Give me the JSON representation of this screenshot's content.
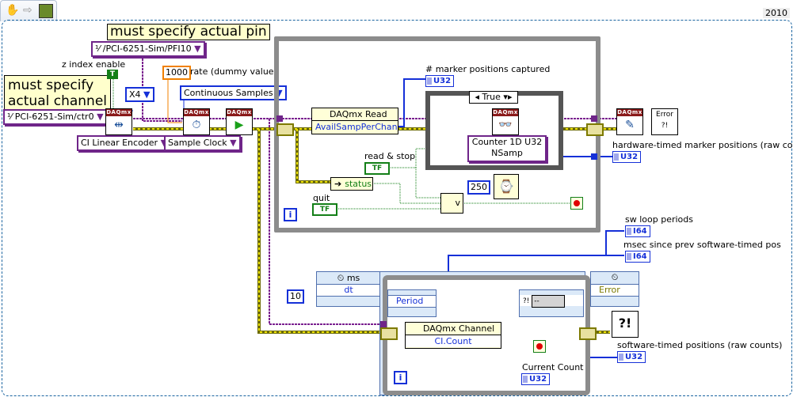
{
  "toolbar": {
    "icons": [
      "hand-icon",
      "arrow-right-icon",
      "vi-icon"
    ],
    "year": "2010"
  },
  "notes": {
    "actual_pin": "must specify actual pin",
    "actual_channel_line1": "must specify",
    "actual_channel_line2": "actual channel"
  },
  "constants": {
    "pfi": "/PCI-6251-Sim/PFI10",
    "ctr": "PCI-6251-Sim/ctr0",
    "decoding": "X4",
    "rate": "1000",
    "rate_label": "rate (dummy value)",
    "z_index_label": "z index enable",
    "z_index_value": "T",
    "sample_mode": "Continuous Samples",
    "create_channel_type": "CI Linear Encoder",
    "timing_type": "Sample Clock",
    "wait_ms": "250",
    "dt": "10"
  },
  "vis": {
    "create": "DAQmx",
    "timing": "DAQmx",
    "start": "DAQmx",
    "read_vi": "DAQmx",
    "clear": "DAQmx",
    "error_label": "Error ?!"
  },
  "main_loop": {
    "read_property": "DAQmx Read",
    "read_property_item": "AvailSampPerChan",
    "marker_count_label": "# marker positions captured",
    "marker_count_type": "U32",
    "case_selector": "True",
    "read_type_line1": "Counter 1D U32",
    "read_type_line2": "NSamp",
    "read_stop_label": "read & stop",
    "read_stop_value": "TF",
    "quit_label": "quit",
    "quit_value": "TF",
    "status_label": "status",
    "or_label": "v",
    "iteration": "i"
  },
  "outputs": {
    "hw_markers_label": "hardware-timed marker positions (raw counts)",
    "hw_markers_type": "U32",
    "sw_loop_periods_label": "sw loop periods",
    "sw_loop_periods_type": "I64",
    "msec_since_label": "msec since prev software-timed pos",
    "msec_since_type": "I64",
    "sw_positions_label": "software-timed positions (raw counts)",
    "sw_positions_type": "U32"
  },
  "timed_loop": {
    "input_unit": "ms",
    "input_dt": "dt",
    "left_node": "Period",
    "right_node": "--",
    "right_node_prefix": "?!",
    "output_node": "Error",
    "channel_property": "DAQmx Channel",
    "channel_item": "CI.Count",
    "current_count_label": "Current Count",
    "current_count_type": "U32",
    "iteration": "i"
  }
}
